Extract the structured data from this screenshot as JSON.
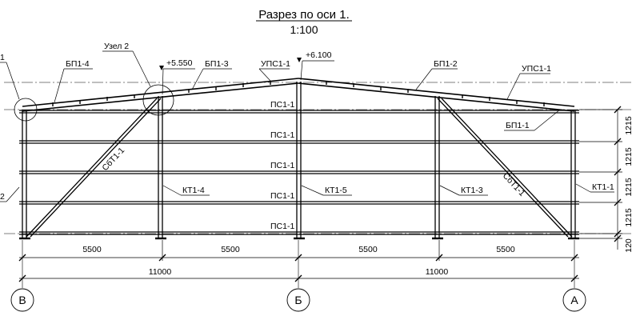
{
  "title": "Разрез по оси 1.",
  "scale": "1:100",
  "labels": {
    "bp1_4": "БП1-4",
    "uzel2": "Узел 2",
    "el_5550": "+5.550",
    "bp1_3": "БП1-3",
    "ups1_1_left": "УПС1-1",
    "el_6100": "+6.100",
    "bp1_2": "БП1-2",
    "ups1_1_right": "УПС1-1",
    "bp1_1": "БП1-1",
    "ps1_1_a": "ПС1-1",
    "ps1_1_b": "ПС1-1",
    "ps1_1_c": "ПС1-1",
    "ps1_1_d": "ПС1-1",
    "ps1_1_e": "ПС1-1",
    "sbt1_1_left": "СбТ1-1",
    "sbt1_1_right": "СбТ1-1",
    "kt1_4": "КТ1-4",
    "kt1_5": "КТ1-5",
    "kt1_3": "КТ1-3",
    "kt1_1": "КТ1-1",
    "cut_top_left": "1",
    "cut_mid_left": "2"
  },
  "dimensions": {
    "span_1": "5500",
    "span_2": "5500",
    "span_3": "5500",
    "span_4": "5500",
    "half_left": "11000",
    "half_right": "11000",
    "h1": "1215",
    "h2": "1215",
    "h3": "1215",
    "h4": "1215",
    "h5": "120"
  },
  "axes": {
    "left": "В",
    "center": "Б",
    "right": "А"
  }
}
